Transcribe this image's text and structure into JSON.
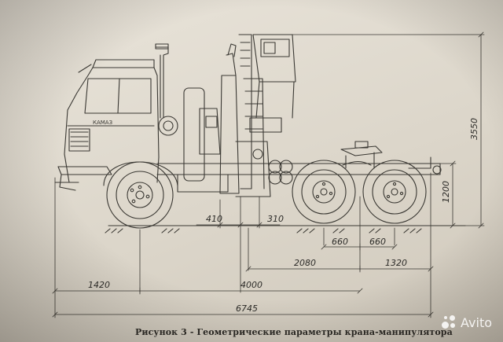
{
  "document": {
    "caption": "Рисунок 3 - Геометрические параметры крана-манипулятора"
  },
  "dimensions": {
    "overall_height": "3550",
    "frame_height": "1200",
    "d410": "410",
    "d310": "310",
    "d660_left": "660",
    "d660_right": "660",
    "d2080": "2080",
    "d1320": "1320",
    "d1420": "1420",
    "d4000": "4000",
    "d6745": "6745"
  },
  "watermark": {
    "text": "Avito"
  },
  "colors": {
    "paper": "#e3ded3",
    "ink": "#2b2a27",
    "line": "#3a3833"
  }
}
